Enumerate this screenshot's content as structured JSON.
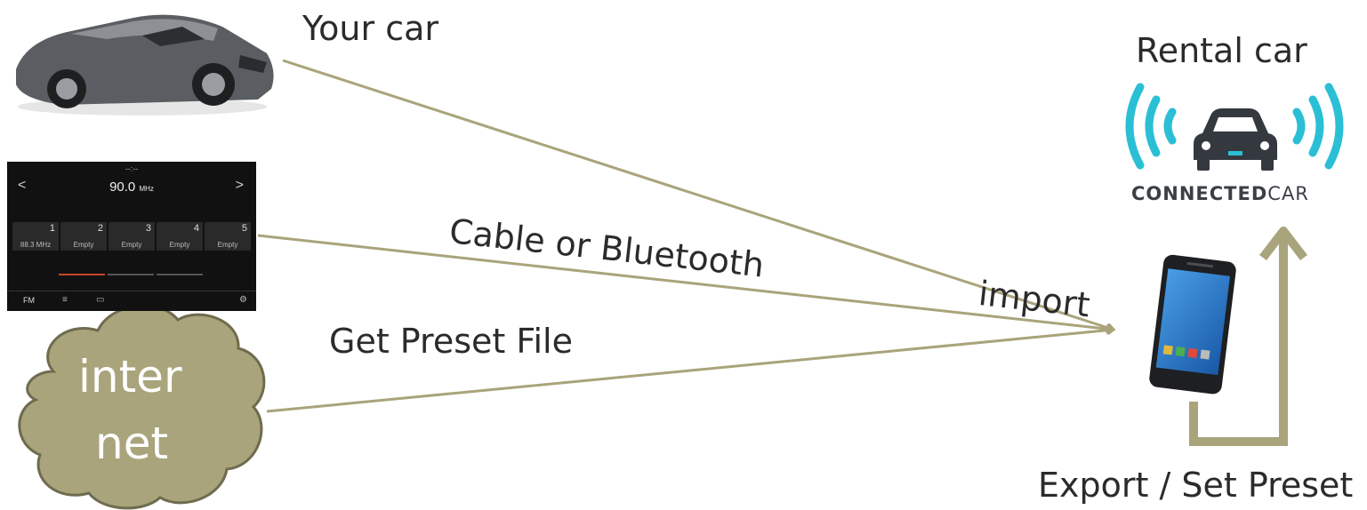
{
  "labels": {
    "your_car": "Your car",
    "rental_car": "Rental car",
    "cable_bluetooth": "Cable or Bluetooth",
    "import": "import",
    "get_preset": "Get Preset File",
    "export_set": "Export / Set Preset",
    "internet_line1": "inter",
    "internet_line2": "net"
  },
  "radio": {
    "time": "--:--",
    "frequency": "90.0",
    "unit": "MHz",
    "prev": "<",
    "next": ">",
    "presets": [
      {
        "num": "1",
        "station": "88.3 MHz"
      },
      {
        "num": "2",
        "station": "Empty"
      },
      {
        "num": "3",
        "station": "Empty"
      },
      {
        "num": "4",
        "station": "Empty"
      },
      {
        "num": "5",
        "station": "Empty"
      }
    ],
    "band": "FM"
  },
  "logo": {
    "connected": "CONNECTED",
    "car": "CAR"
  },
  "colors": {
    "arrow": "#a9a47b",
    "cloud": "#a9a47b",
    "cloud_stroke": "#6f6b4e",
    "logo_cyan": "#2bbfd6",
    "logo_car": "#34393f"
  }
}
